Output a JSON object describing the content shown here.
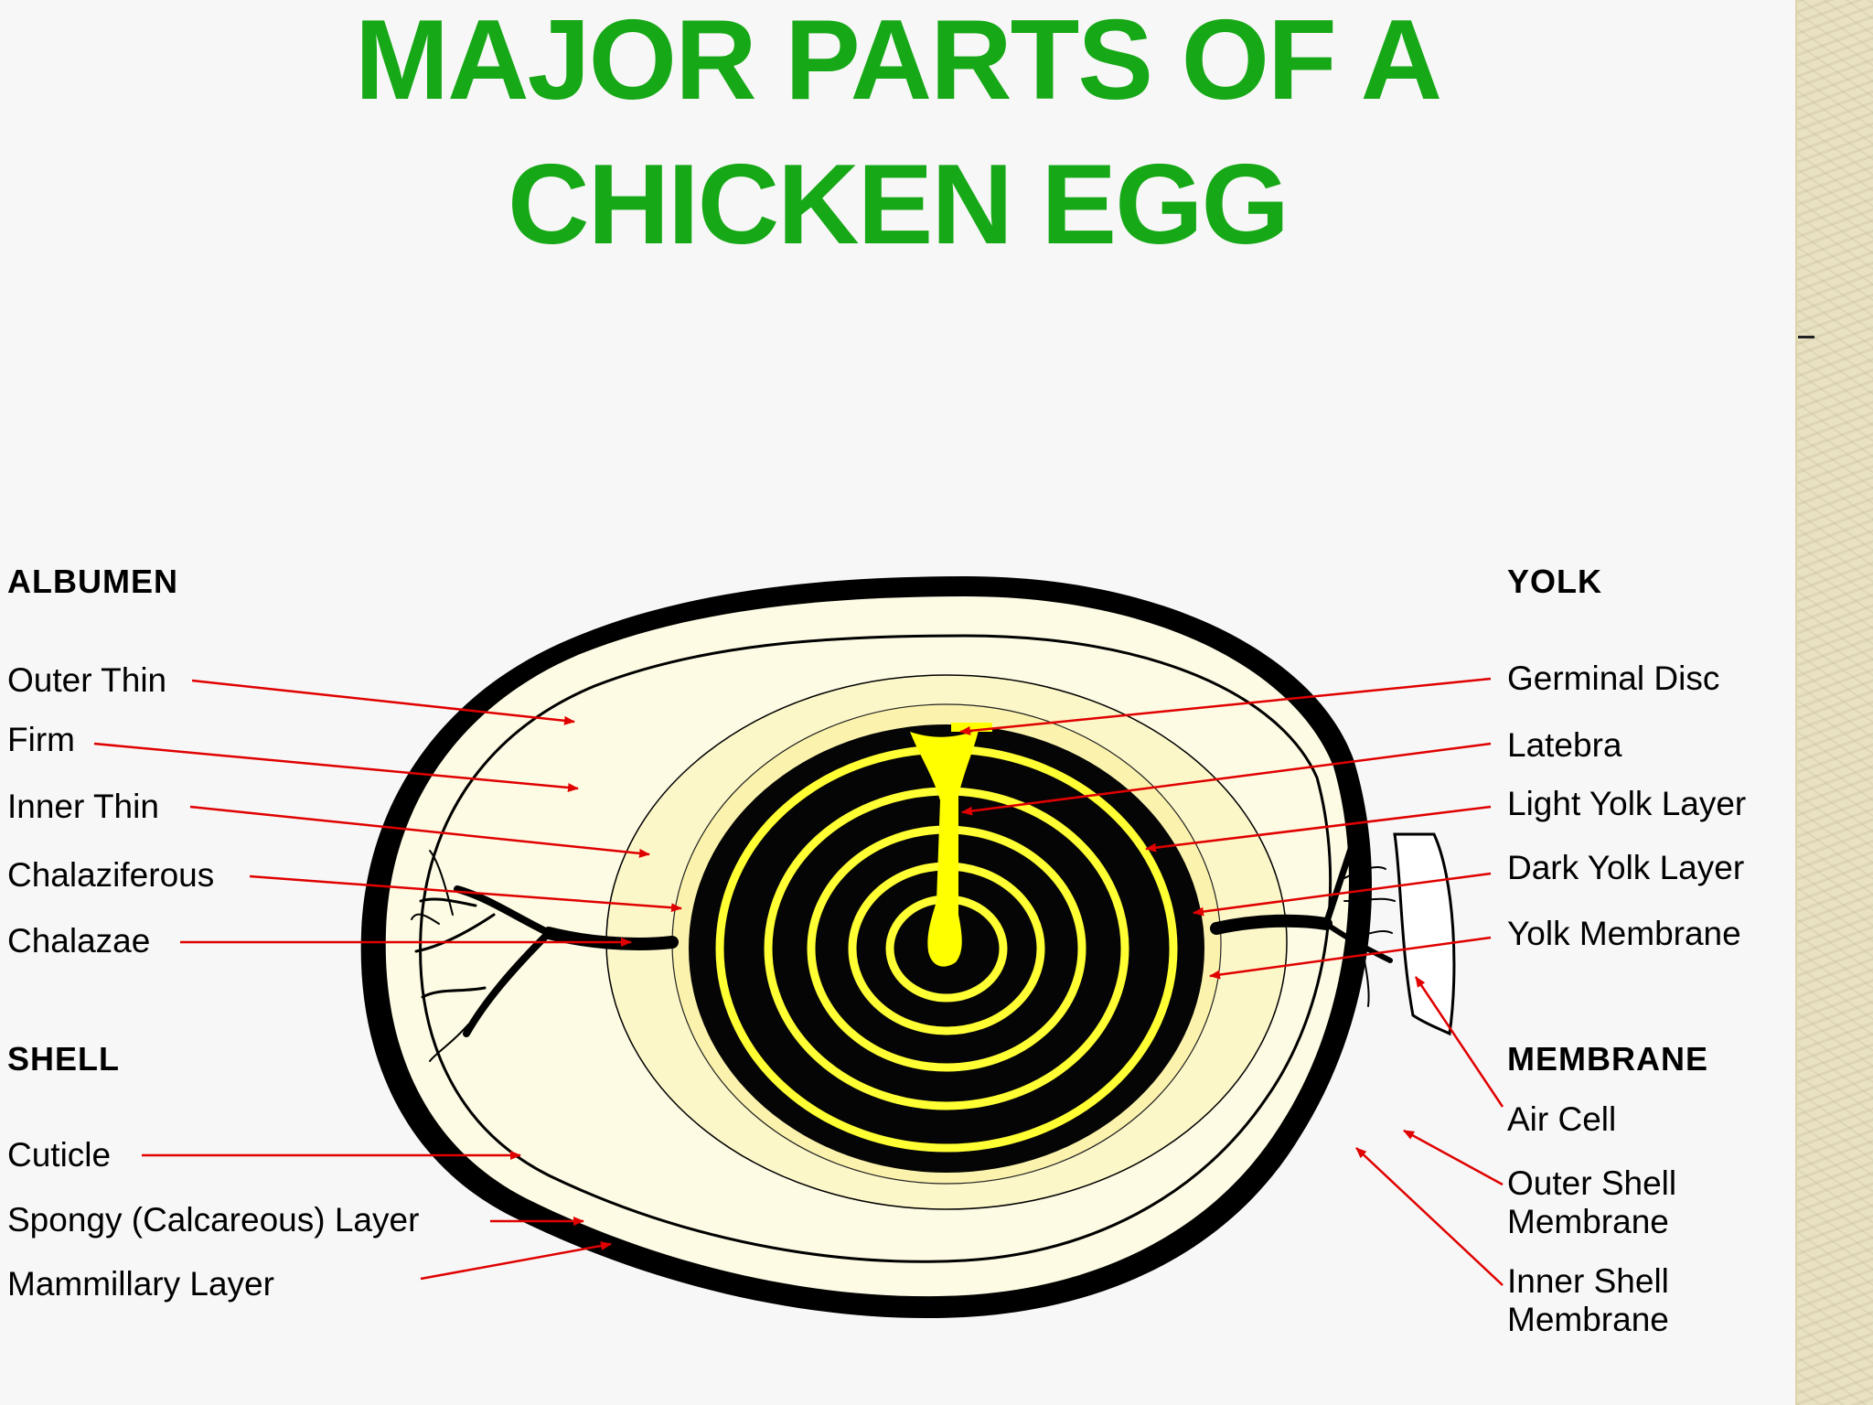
{
  "title": {
    "line1": "MAJOR PARTS OF A",
    "line2": "CHICKEN EGG"
  },
  "groups": {
    "albumen": {
      "heading": "ALBUMEN",
      "items": [
        "Outer Thin",
        "Firm",
        "Inner Thin",
        "Chalaziferous",
        "Chalazae"
      ]
    },
    "shell": {
      "heading": "SHELL",
      "items": [
        "Cuticle",
        "Spongy (Calcareous) Layer",
        "Mammillary Layer"
      ]
    },
    "yolk": {
      "heading": "YOLK",
      "items": [
        "Germinal Disc",
        "Latebra",
        "Light Yolk Layer",
        "Dark Yolk Layer",
        "Yolk Membrane"
      ]
    },
    "membrane": {
      "heading": "MEMBRANE",
      "items": [
        "Air Cell",
        "Outer Shell",
        "Membrane",
        "Inner Shell",
        "Membrane"
      ]
    }
  },
  "colors": {
    "title": "#17a817",
    "pointer": "#e00000",
    "shell": "#000000",
    "albumen": "#fdfbe3",
    "yolk_light": "#ffff33",
    "yolk_dark": "#050505"
  }
}
